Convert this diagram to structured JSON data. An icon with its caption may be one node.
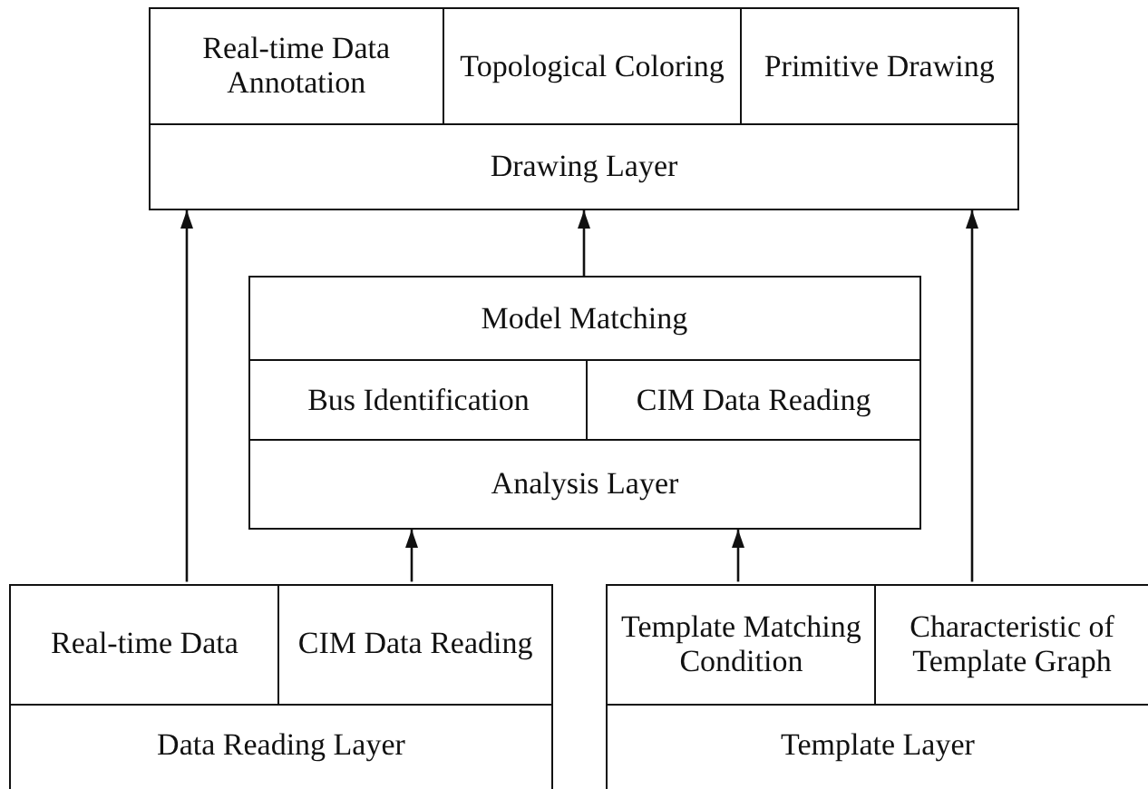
{
  "diagram": {
    "nodes": [
      {
        "text": [
          "Drawing Layer"
        ]
      },
      {
        "text": [
          "Real-time Data Annotation"
        ],
        "in": 0
      },
      {
        "text": [
          "Topological Coloring"
        ],
        "in": 0
      },
      {
        "text": [
          "Primitive Drawing"
        ],
        "in": 0
      },
      {
        "text": [
          "Analysis Layer"
        ]
      },
      {
        "text": [
          "Model Matching"
        ],
        "in": 4
      },
      {
        "text": [
          "Bus Identification"
        ],
        "in": 4
      },
      {
        "text": [
          "CIM Data Reading"
        ],
        "in": 4
      },
      {
        "text": [
          "Data Reading Layer"
        ]
      },
      {
        "text": [
          "Real-time Data"
        ],
        "in": 8
      },
      {
        "text": [
          "CIM Data Reading"
        ],
        "in": 8
      },
      {
        "text": [
          "Template Layer"
        ]
      },
      {
        "text": [
          "Template Matching Condition"
        ],
        "in": 11
      },
      {
        "text": [
          "Characteristic of Template Graph"
        ],
        "in": 11
      }
    ],
    "edges": [
      {
        "from": 9,
        "to": 0,
        "arrow": "to"
      },
      {
        "from": 4,
        "to": 0,
        "arrow": "to"
      },
      {
        "from": 13,
        "to": 0,
        "arrow": "to"
      },
      {
        "from": 10,
        "to": 4,
        "arrow": "to"
      },
      {
        "from": 12,
        "to": 4,
        "arrow": "to"
      }
    ]
  }
}
